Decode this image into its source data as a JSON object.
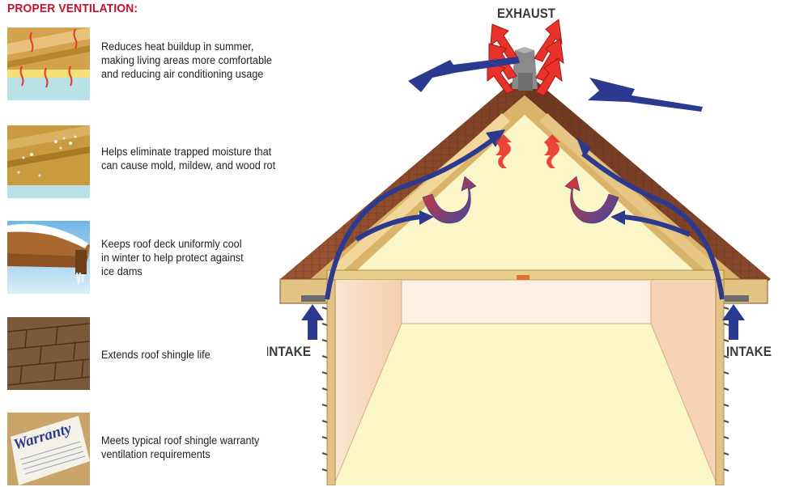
{
  "heading": "PROPER VENTILATION:",
  "benefits": [
    {
      "icon": "attic-heat-thumbnail-icon",
      "lines": [
        "Reduces heat buildup in summer,",
        "making living areas more comfortable",
        "and reducing air conditioning usage"
      ]
    },
    {
      "icon": "attic-moisture-thumbnail-icon",
      "lines": [
        "Helps eliminate trapped moisture that",
        "can cause mold, mildew, and wood rot"
      ]
    },
    {
      "icon": "ice-dam-thumbnail-icon",
      "lines": [
        "Keeps roof deck uniformly cool",
        "in winter to help protect against",
        "ice dams"
      ]
    },
    {
      "icon": "shingles-thumbnail-icon",
      "lines": [
        "Extends roof shingle life"
      ]
    },
    {
      "icon": "warranty-thumbnail-icon",
      "lines": [
        "Meets typical roof shingle warranty",
        "ventilation requirements"
      ]
    }
  ],
  "warranty_word": "Warranty",
  "diagram": {
    "exhaust_label": "EXHAUST",
    "intake_left_label": "INTAKE",
    "intake_right_label": "INTAKE"
  },
  "colors": {
    "heading": "#c8102e",
    "airflow_blue": "#2b3a8f",
    "heat_red": "#e8322a",
    "attic_yellow": "#fbf6c8",
    "wood": "#d9b46a",
    "shingle": "#8a4a2e"
  }
}
